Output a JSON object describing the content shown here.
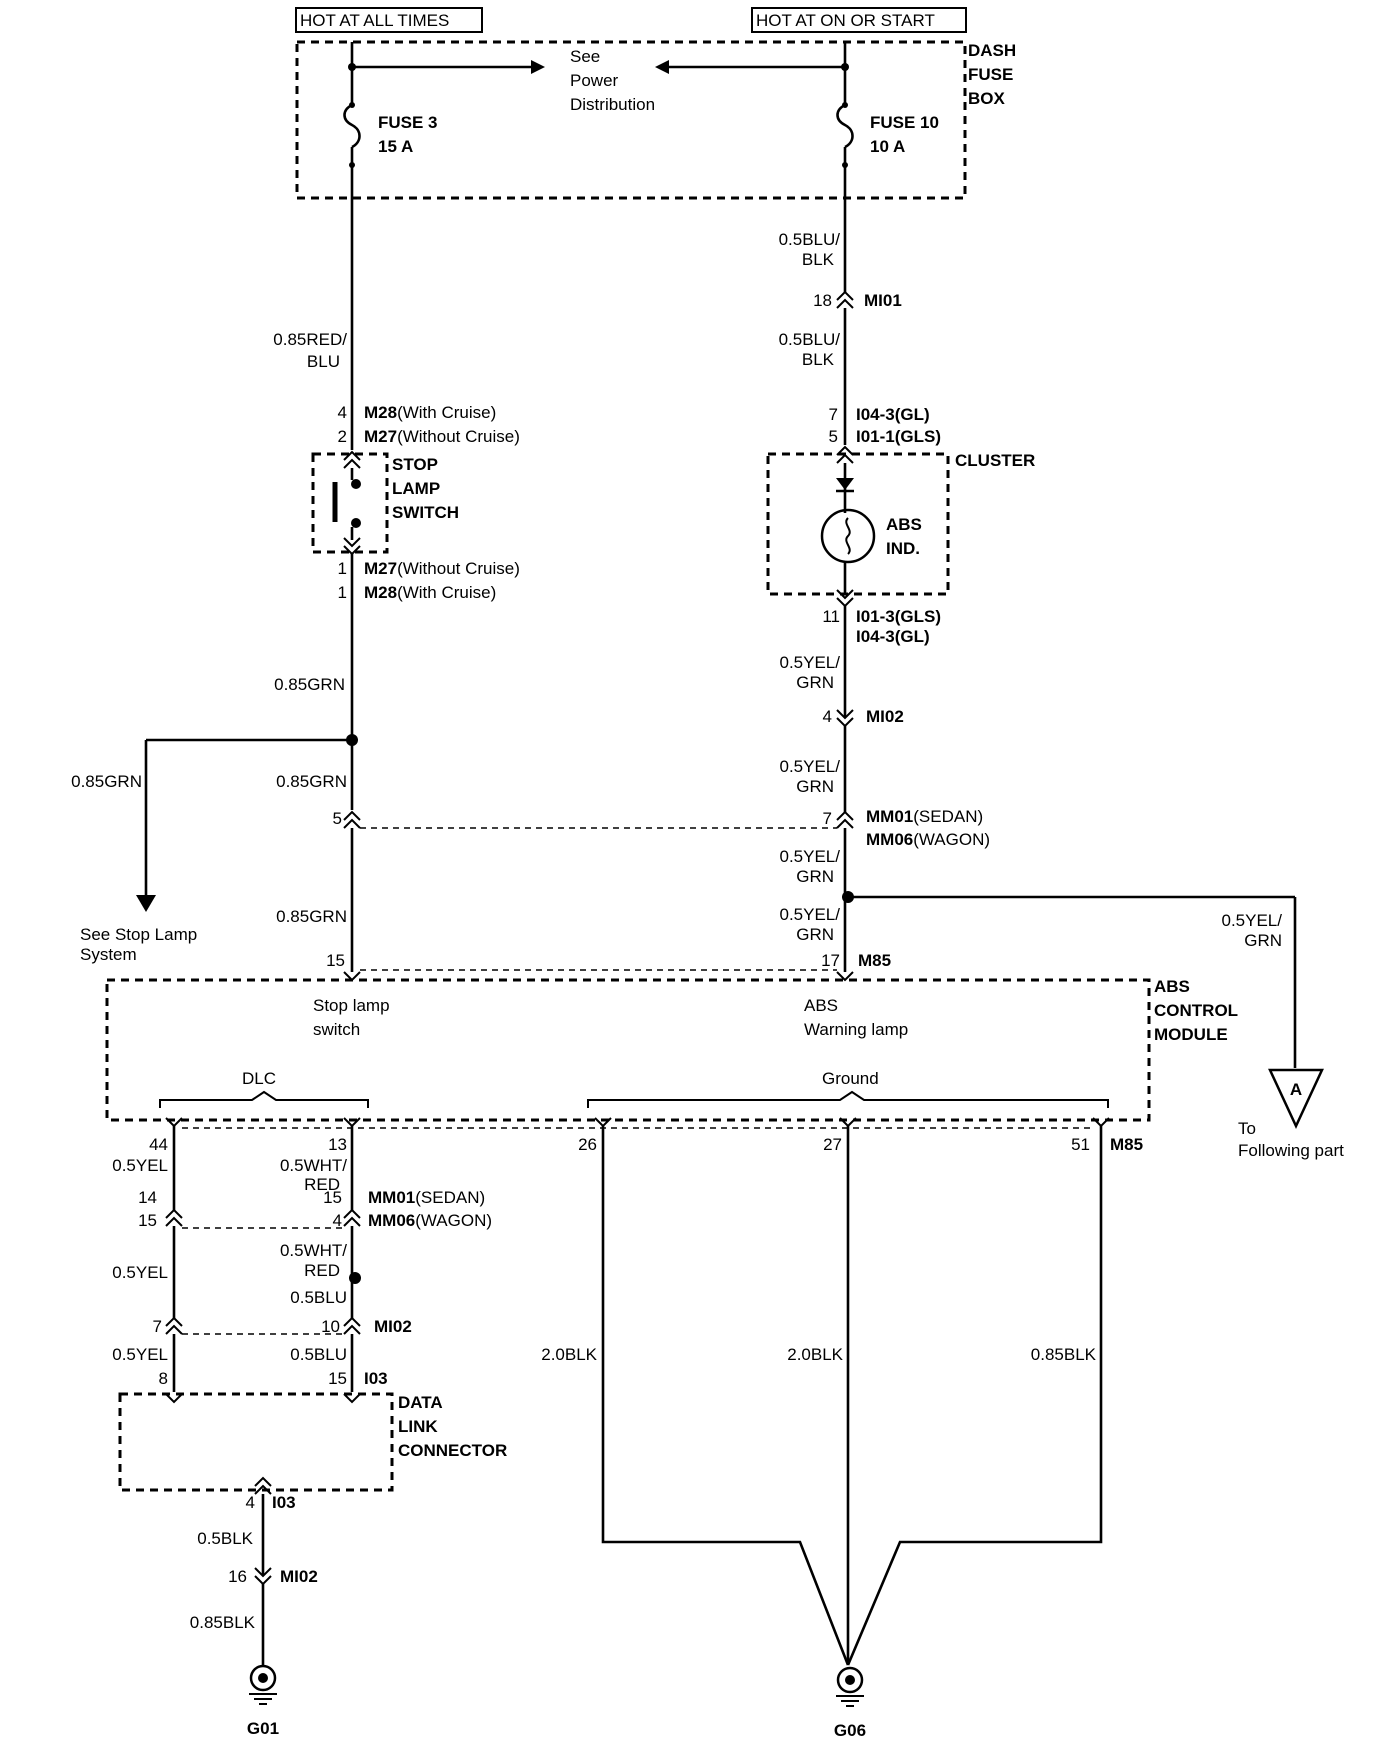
{
  "header": {
    "hot_at_all_times": "HOT AT ALL TIMES",
    "hot_at_on_or_start": "HOT AT ON OR START"
  },
  "fuse_box": {
    "title_l1": "DASH",
    "title_l2": "FUSE",
    "title_l3": "BOX",
    "see_l1": "See",
    "see_l2": "Power",
    "see_l3": "Distribution",
    "fuse3_name": "FUSE 3",
    "fuse3_rating": "15 A",
    "fuse10_name": "FUSE 10",
    "fuse10_rating": "10 A"
  },
  "left_branch": {
    "wire_red_blu_l1": "0.85RED/",
    "wire_red_blu_l2": "BLU",
    "conn_top_pin_a": "4",
    "conn_top_id_a": "M28",
    "conn_top_note_a": "(With Cruise)",
    "conn_top_pin_b": "2",
    "conn_top_id_b": "M27",
    "conn_top_note_b": "(Without Cruise)",
    "switch_l1": "STOP",
    "switch_l2": "LAMP",
    "switch_l3": "SWITCH",
    "conn_bot_pin_a": "1",
    "conn_bot_id_a": "M27",
    "conn_bot_note_a": "(Without Cruise)",
    "conn_bot_pin_b": "1",
    "conn_bot_id_b": "M28",
    "conn_bot_note_b": "(With Cruise)",
    "wire_grn_1": "0.85GRN",
    "wire_grn_branch": "0.85GRN",
    "wire_grn_2": "0.85GRN",
    "pin_5": "5",
    "wire_grn_3": "0.85GRN",
    "pin_15": "15",
    "see_stop_l1": "See Stop Lamp",
    "see_stop_l2": "System"
  },
  "right_branch": {
    "wire_blu_blk_1_l1": "0.5BLU/",
    "wire_blu_blk_1_l2": "BLK",
    "mi01_pin": "18",
    "mi01_id": "MI01",
    "wire_blu_blk_2_l1": "0.5BLU/",
    "wire_blu_blk_2_l2": "BLK",
    "cl_top_pin_a": "7",
    "cl_top_id_a": "I04-3(GL)",
    "cl_top_pin_b": "5",
    "cl_top_id_b": "I01-1(GLS)",
    "cluster": "CLUSTER",
    "abs_ind_l1": "ABS",
    "abs_ind_l2": "IND.",
    "cl_bot_pin": "11",
    "cl_bot_id_a": "I01-3(GLS)",
    "cl_bot_id_b": "I04-3(GL)",
    "wire_yel_grn_1_l1": "0.5YEL/",
    "wire_yel_grn_1_l2": "GRN",
    "mi02_pin": "4",
    "mi02_id": "MI02",
    "wire_yel_grn_2_l1": "0.5YEL/",
    "wire_yel_grn_2_l2": "GRN",
    "mm_pin": "7",
    "mm01_id": "MM01",
    "mm01_note": "(SEDAN)",
    "mm06_id": "MM06",
    "mm06_note": "(WAGON)",
    "wire_yel_grn_3_l1": "0.5YEL/",
    "wire_yel_grn_3_l2": "GRN",
    "wire_yel_grn_4_l1": "0.5YEL/",
    "wire_yel_grn_4_l2": "GRN",
    "m85_pin": "17",
    "m85_id": "M85",
    "wire_yel_grn_5_l1": "0.5YEL/",
    "wire_yel_grn_5_l2": "GRN",
    "offpage_label": "A",
    "to_l1": "To",
    "to_l2": "Following part"
  },
  "abs_module": {
    "title_l1": "ABS",
    "title_l2": "CONTROL",
    "title_l3": "MODULE",
    "stop_lamp_l1": "Stop lamp",
    "stop_lamp_l2": "switch",
    "warning_l1": "ABS",
    "warning_l2": "Warning lamp",
    "dlc": "DLC",
    "ground": "Ground"
  },
  "dlc_section": {
    "pin_44": "44",
    "wire_yel_1": "0.5YEL",
    "pin_13": "13",
    "wire_wht_red_1_l1": "0.5WHT/",
    "wire_wht_red_1_l2": "RED",
    "pin_14": "14",
    "pin_15a": "15",
    "pin_15b": "15",
    "pin_4": "4",
    "mm01_id": "MM01",
    "mm01_note": "(SEDAN)",
    "mm06_id": "MM06",
    "mm06_note": "(WAGON)",
    "wire_yel_2": "0.5YEL",
    "wire_wht_red_2_l1": "0.5WHT/",
    "wire_wht_red_2_l2": "RED",
    "wire_blu_1": "0.5BLU",
    "pin_7": "7",
    "pin_10": "10",
    "mi02_id": "MI02",
    "wire_yel_3": "0.5YEL",
    "wire_blu_2": "0.5BLU",
    "pin_8": "8",
    "pin_15c": "15",
    "i03_id": "I03",
    "dlc_l1": "DATA",
    "dlc_l2": "LINK",
    "dlc_l3": "CONNECTOR",
    "pin_4b": "4",
    "i03_id_b": "I03",
    "wire_blk_1": "0.5BLK",
    "pin_16": "16",
    "mi02_id_b": "MI02",
    "wire_blk_2": "0.85BLK",
    "ground_g01": "G01"
  },
  "ground_section": {
    "pin_26": "26",
    "pin_27": "27",
    "pin_51": "51",
    "m85_id": "M85",
    "wire_blk_a": "2.0BLK",
    "wire_blk_b": "2.0BLK",
    "wire_blk_c": "0.85BLK",
    "ground_g06": "G06"
  }
}
